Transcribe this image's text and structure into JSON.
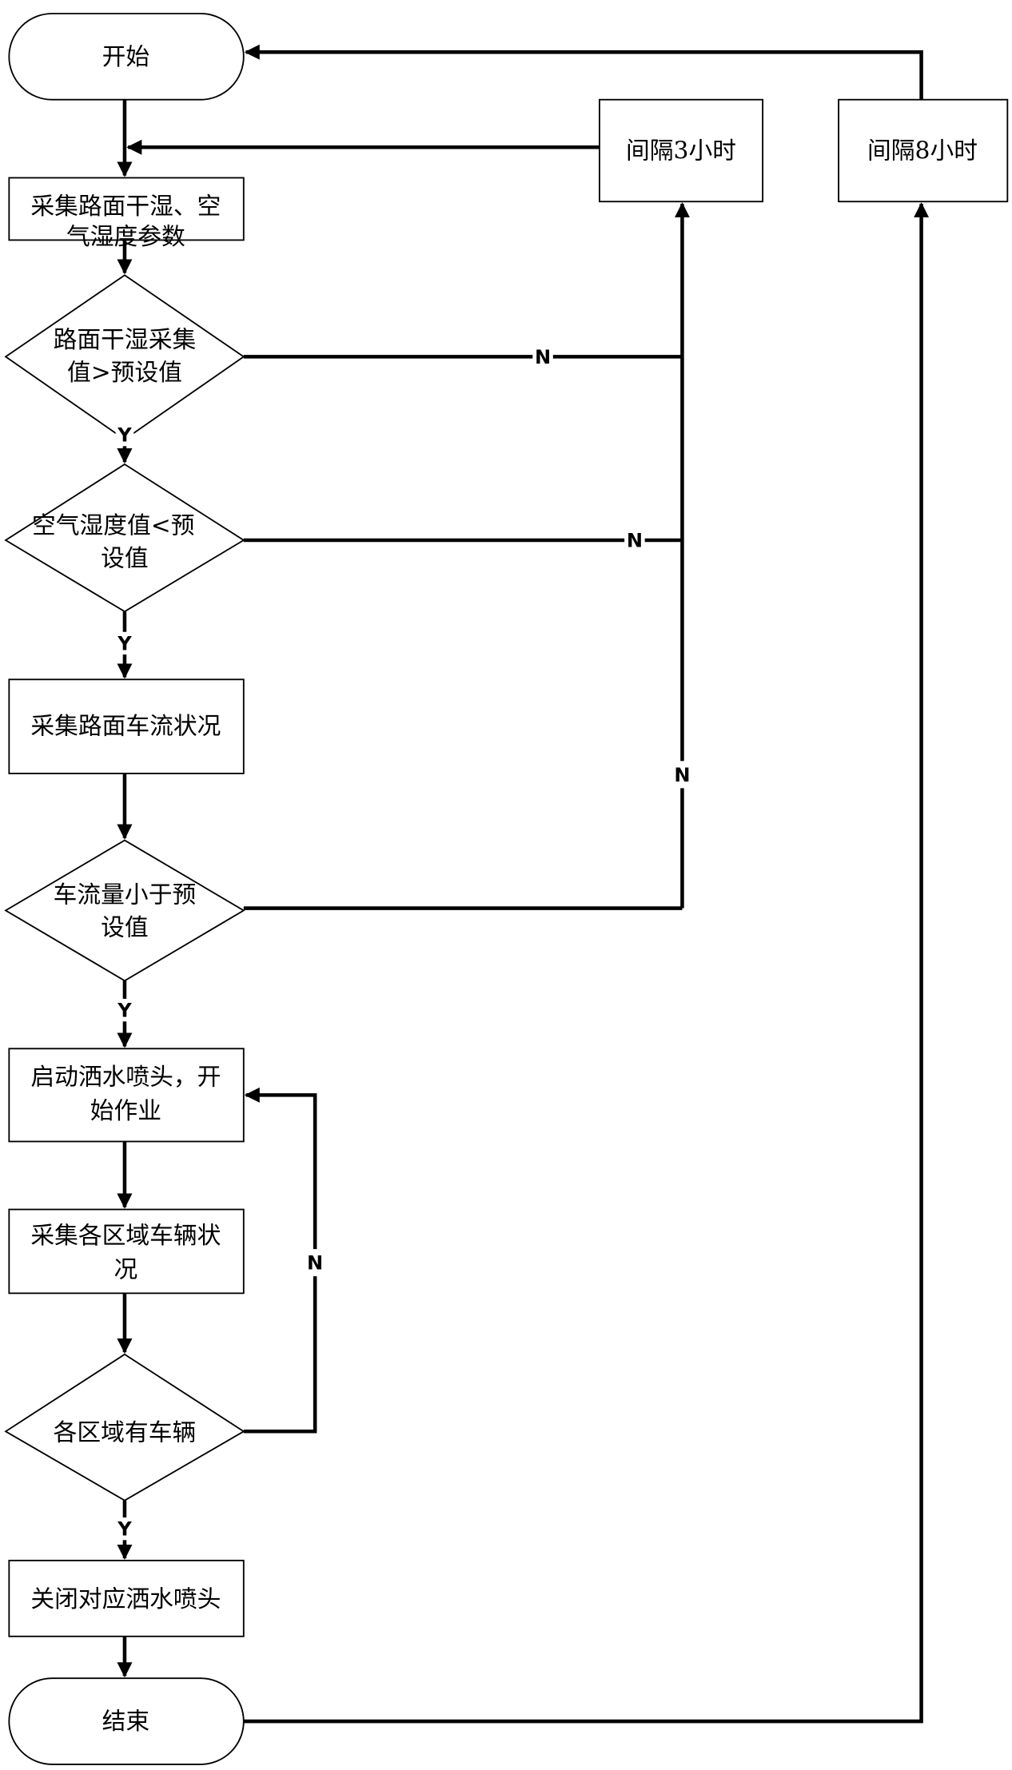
{
  "flowchart": {
    "nodes": {
      "start": {
        "type": "terminator",
        "label": "开始"
      },
      "collect_humidity": {
        "type": "process",
        "lines": [
          "采集路面干湿、空",
          "气湿度参数"
        ]
      },
      "decision_road_dry_wet": {
        "type": "decision",
        "lines": [
          "路面干湿采集",
          "值>预设值"
        ]
      },
      "decision_air_humidity": {
        "type": "decision",
        "lines": [
          "空气湿度值<预",
          "设值"
        ]
      },
      "collect_traffic": {
        "type": "process",
        "lines": [
          "采集路面车流状况"
        ]
      },
      "decision_traffic": {
        "type": "decision",
        "lines": [
          "车流量小于预",
          "设值"
        ]
      },
      "start_sprinkler": {
        "type": "process",
        "lines": [
          "启动洒水喷头，开",
          "始作业"
        ]
      },
      "collect_vehicles": {
        "type": "process",
        "lines": [
          "采集各区域车辆状",
          "况"
        ]
      },
      "decision_vehicles": {
        "type": "decision",
        "lines": [
          "各区域有车辆"
        ]
      },
      "close_sprinkler": {
        "type": "process",
        "lines": [
          "关闭对应洒水喷头"
        ]
      },
      "end": {
        "type": "terminator",
        "label": "结束"
      },
      "wait_3h": {
        "type": "process",
        "lines": [
          "间隔3小时"
        ]
      },
      "wait_8h": {
        "type": "process",
        "lines": [
          "间隔8小时"
        ]
      }
    },
    "edge_labels": {
      "road_no": "N",
      "air_no": "N",
      "traffic_no": "N",
      "vehicles_no": "N",
      "road_yes": "Y",
      "air_yes": "Y",
      "traffic_yes": "Y",
      "vehicles_yes": "Y"
    },
    "edges": [
      {
        "from": "start",
        "to": "collect_humidity"
      },
      {
        "from": "collect_humidity",
        "to": "decision_road_dry_wet"
      },
      {
        "from": "decision_road_dry_wet",
        "to": "decision_air_humidity",
        "label": "Y"
      },
      {
        "from": "decision_road_dry_wet",
        "to": "wait_3h",
        "label": "N"
      },
      {
        "from": "decision_air_humidity",
        "to": "collect_traffic",
        "label": "Y"
      },
      {
        "from": "decision_air_humidity",
        "to": "wait_3h",
        "label": "N"
      },
      {
        "from": "collect_traffic",
        "to": "decision_traffic"
      },
      {
        "from": "decision_traffic",
        "to": "start_sprinkler",
        "label": "Y"
      },
      {
        "from": "decision_traffic",
        "to": "wait_3h",
        "label": "N"
      },
      {
        "from": "wait_3h",
        "to": "collect_humidity"
      },
      {
        "from": "start_sprinkler",
        "to": "collect_vehicles"
      },
      {
        "from": "collect_vehicles",
        "to": "decision_vehicles"
      },
      {
        "from": "decision_vehicles",
        "to": "close_sprinkler",
        "label": "Y"
      },
      {
        "from": "decision_vehicles",
        "to": "start_sprinkler",
        "label": "N"
      },
      {
        "from": "close_sprinkler",
        "to": "end"
      },
      {
        "from": "end",
        "to": "wait_8h"
      },
      {
        "from": "wait_8h",
        "to": "start"
      }
    ]
  }
}
